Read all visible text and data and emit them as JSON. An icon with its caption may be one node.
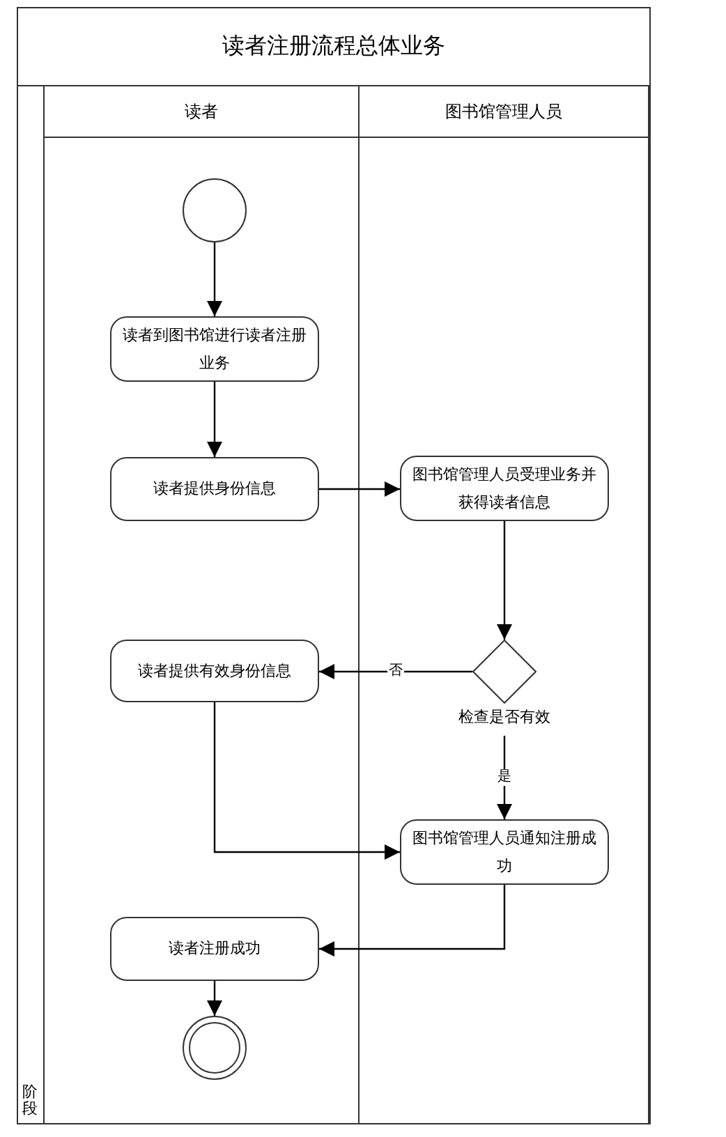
{
  "diagram": {
    "title": "读者注册流程总体业务",
    "nodes": [
      {
        "text": [
          "阶段"
        ]
      },
      {
        "text": [
          "读者"
        ]
      },
      {
        "text": [
          "图书馆管理人员"
        ]
      },
      {
        "text": [],
        "shape": "circle",
        "in": 1
      },
      {
        "text": [
          "读者到图书馆进行读者注册业务"
        ],
        "in": 1
      },
      {
        "text": [
          "读者提供身份信息"
        ],
        "in": 1
      },
      {
        "text": [
          "图书馆管理人员受理业务并获得读者信息"
        ],
        "in": 2
      },
      {
        "text": [
          "检查是否有效"
        ],
        "in": 2
      },
      {
        "text": [
          "读者提供有效身份信息"
        ],
        "in": 1
      },
      {
        "text": [
          "图书馆管理人员通知注册成功"
        ],
        "in": 2
      },
      {
        "text": [
          "读者注册成功"
        ],
        "in": 1
      },
      {
        "text": [],
        "shape": "circle",
        "in": 1
      }
    ],
    "edges": [
      {
        "from": 3,
        "to": 4,
        "arrow": "to"
      },
      {
        "from": 4,
        "to": 5,
        "arrow": "to"
      },
      {
        "from": 5,
        "to": 6,
        "arrow": "to"
      },
      {
        "from": 6,
        "to": 7,
        "arrow": "to"
      },
      {
        "from": 7,
        "to": 8,
        "arrow": "to",
        "label": "否"
      },
      {
        "from": 7,
        "to": 9,
        "arrow": "to",
        "label": "是"
      },
      {
        "from": 8,
        "to": 9,
        "arrow": "to"
      },
      {
        "from": 9,
        "to": 10,
        "arrow": "to"
      },
      {
        "from": 10,
        "to": 11,
        "arrow": "to"
      }
    ]
  }
}
